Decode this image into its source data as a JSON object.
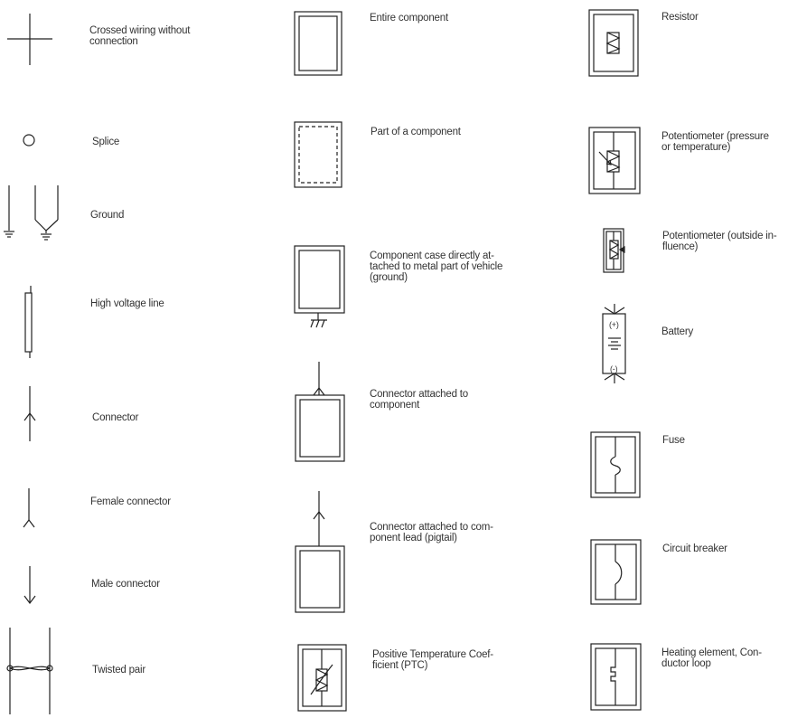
{
  "legend": {
    "col1": [
      {
        "id": "crossed",
        "label": [
          "Crossed wiring without",
          "connection"
        ]
      },
      {
        "id": "splice",
        "label": [
          "Splice"
        ]
      },
      {
        "id": "ground",
        "label": [
          "Ground"
        ]
      },
      {
        "id": "hv",
        "label": [
          "High voltage line"
        ]
      },
      {
        "id": "connector",
        "label": [
          "Connector"
        ]
      },
      {
        "id": "female",
        "label": [
          "Female connector"
        ]
      },
      {
        "id": "male",
        "label": [
          "Male connector"
        ]
      },
      {
        "id": "twisted",
        "label": [
          "Twisted pair"
        ]
      }
    ],
    "col2": [
      {
        "id": "entire",
        "label": [
          "Entire component"
        ]
      },
      {
        "id": "part",
        "label": [
          "Part of a component"
        ]
      },
      {
        "id": "case-ground",
        "label": [
          "Component case directly at-",
          "tached to metal part of vehicle",
          "(ground)"
        ]
      },
      {
        "id": "conn-attached",
        "label": [
          "Connector attached to",
          "component"
        ]
      },
      {
        "id": "conn-pigtail",
        "label": [
          "Connector attached to com-",
          "ponent lead (pigtail)"
        ]
      },
      {
        "id": "ptc",
        "label": [
          "Positive Temperature Coef-",
          "ficient (PTC)"
        ]
      }
    ],
    "col3": [
      {
        "id": "resistor",
        "label": [
          "Resistor"
        ]
      },
      {
        "id": "pot-pressure",
        "label": [
          "Potentiometer (pressure",
          "or temperature)"
        ]
      },
      {
        "id": "pot-outside",
        "label": [
          "Potentiometer (outside in-",
          "fluence)"
        ]
      },
      {
        "id": "battery",
        "label": [
          "Battery"
        ],
        "signs": [
          "(+)",
          "(-)"
        ]
      },
      {
        "id": "fuse",
        "label": [
          "Fuse"
        ]
      },
      {
        "id": "breaker",
        "label": [
          "Circuit breaker"
        ]
      },
      {
        "id": "heating",
        "label": [
          "Heating element, Con-",
          "ductor loop"
        ]
      }
    ]
  }
}
